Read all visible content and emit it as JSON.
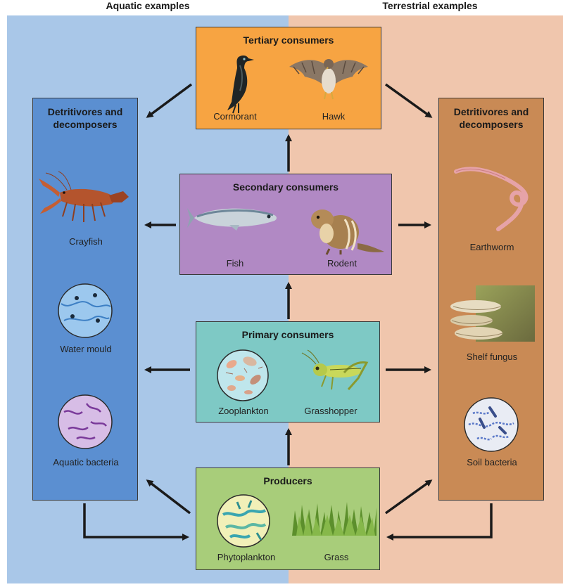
{
  "headers": {
    "aquatic": "Aquatic examples",
    "terrestrial": "Terrestrial examples"
  },
  "tertiary": {
    "title": "Tertiary consumers",
    "left_label": "Cormorant",
    "right_label": "Hawk",
    "color": "#f7a442"
  },
  "secondary": {
    "title": "Secondary consumers",
    "left_label": "Fish",
    "right_label": "Rodent",
    "color": "#b189c4"
  },
  "primary": {
    "title": "Primary consumers",
    "left_label": "Zooplankton",
    "right_label": "Grasshopper",
    "color": "#7ec9c5"
  },
  "producers": {
    "title": "Producers",
    "left_label": "Phytoplankton",
    "right_label": "Grass",
    "color": "#a8cd7a"
  },
  "aquatic_detritivores": {
    "title": "Detritivores and decomposers",
    "items": [
      "Crayfish",
      "Water mould",
      "Aquatic bacteria"
    ],
    "color": "#5b8fd1"
  },
  "terrestrial_detritivores": {
    "title": "Detritivores and decomposers",
    "items": [
      "Earthworm",
      "Shelf fungus",
      "Soil bacteria"
    ],
    "color": "#c98a55"
  }
}
